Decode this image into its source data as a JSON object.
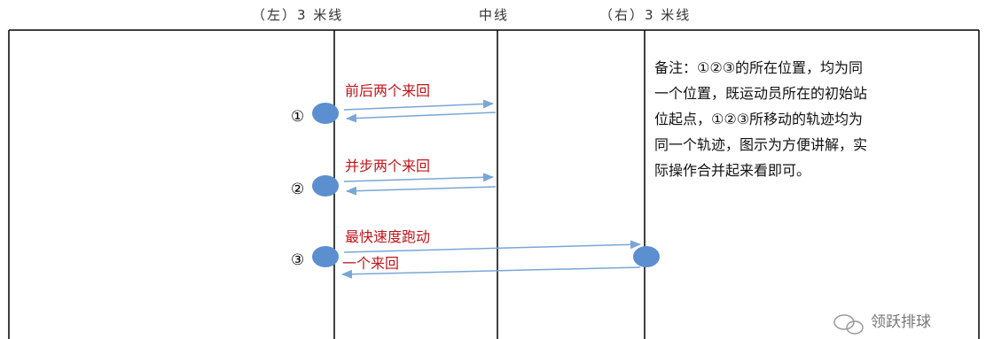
{
  "headers": {
    "left": "（左）3 米线",
    "center": "中线",
    "right": "（右）3 米线"
  },
  "steps": [
    {
      "number": "①",
      "label": "前后两个来回"
    },
    {
      "number": "②",
      "label": "并步两个来回"
    },
    {
      "number": "③",
      "label": "最快速度跑动",
      "label2": "一个来回"
    }
  ],
  "note": {
    "lines": [
      "备注：①②③的所在位置，均为同",
      "一个位置，既运动员所在的初始站",
      "位起点，①②③所移动的轨迹均为",
      "同一个轨迹，图示为方便讲解，实",
      "际操作合并起来看即可。"
    ]
  },
  "watermark": {
    "icon": "wechat-icon",
    "text": "领跃排球"
  },
  "colors": {
    "dot": "#5b8fd0",
    "arrow": "#7aa6d6",
    "label": "#c0151b",
    "line": "#000000"
  }
}
